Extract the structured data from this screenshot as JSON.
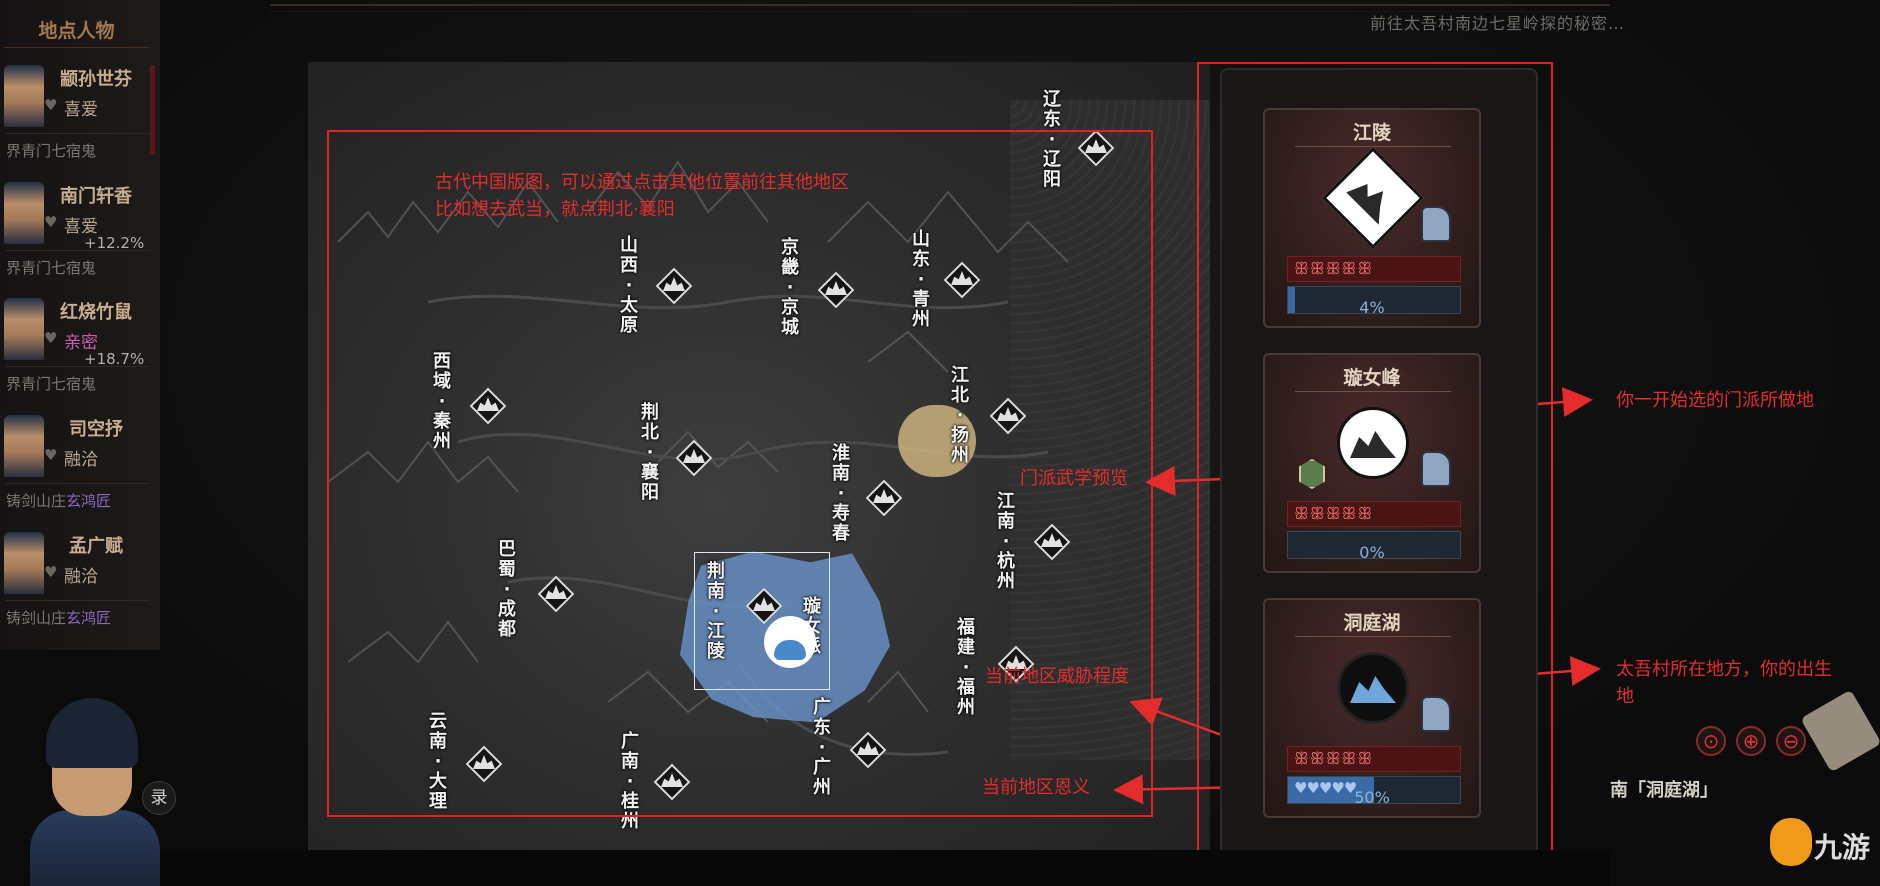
{
  "top": {
    "quest_text": "前往太吾村南边七星岭探的秘密…"
  },
  "left_panel": {
    "title": "地点人物",
    "characters": [
      {
        "name": "颛孙世芬",
        "relation": "喜爱",
        "sect": "界青门七宿鬼"
      },
      {
        "name": "南门轩香",
        "relation": "喜爱",
        "sect": "界青门七宿鬼",
        "delta": "+12.2%"
      },
      {
        "name": "红烧竹鼠",
        "relation": "亲密",
        "sect": "界青门七宿鬼",
        "delta": "+18.7%"
      },
      {
        "name": "司空抒",
        "relation": "融洽",
        "sect_prefix": "铸剑山庄",
        "sect_suffix": "玄鸿匠"
      },
      {
        "name": "孟广赋",
        "relation": "融洽",
        "sect_prefix": "铸剑山庄",
        "sect_suffix": "玄鸿匠"
      }
    ],
    "record_button": "录"
  },
  "map": {
    "regions": [
      {
        "name": "辽东·辽阳"
      },
      {
        "name": "山东·青州"
      },
      {
        "name": "京畿·京城"
      },
      {
        "name": "山西·太原"
      },
      {
        "name": "西域·秦州"
      },
      {
        "name": "荆北·襄阳"
      },
      {
        "name": "江北·扬州"
      },
      {
        "name": "淮南·寿春"
      },
      {
        "name": "江南·杭州"
      },
      {
        "name": "巴蜀·成都"
      },
      {
        "name": "荆南·江陵"
      },
      {
        "name": "璇女派"
      },
      {
        "name": "福建·福州"
      },
      {
        "name": "云南·大理"
      },
      {
        "name": "广南·桂州"
      },
      {
        "name": "广东·广州"
      }
    ]
  },
  "annotations": {
    "map_note_line1": "古代中国版图，可以通过点击其他位置前往其他地区",
    "map_note_line2": "比如想去武当，就点荆北·襄阳",
    "sect_choice": "你一开始选的门派所做地",
    "sect_martial": "门派武学预览",
    "birthplace_line1": "太吾村所在地方，你的出生",
    "birthplace_line2": "地",
    "threat": "当前地区威胁程度",
    "justice": "当前地区恩义"
  },
  "cards": [
    {
      "title": "江陵",
      "threat_icons": "ꕥꕥꕥꕥꕥ",
      "favor_text": "4%",
      "favor": 0.04
    },
    {
      "title": "璇女峰",
      "threat_icons": "ꕥꕥꕥꕥꕥ",
      "favor_text": "0%",
      "favor": 0.0
    },
    {
      "title": "洞庭湖",
      "threat_icons": "ꕥꕥꕥꕥꕥ",
      "favor_text": "50%",
      "favor": 0.5,
      "hearts": "♥♥♥♥♥"
    }
  ],
  "right_ui": {
    "location": "南「洞庭湖」",
    "zoom_buttons": [
      "⊙",
      "⊕",
      "⊖"
    ],
    "logo_text": "九游"
  },
  "colors": {
    "annotation": "#e42c2c",
    "highlight_region": "#6a92c8",
    "relation_pink": "#c95cb4"
  }
}
